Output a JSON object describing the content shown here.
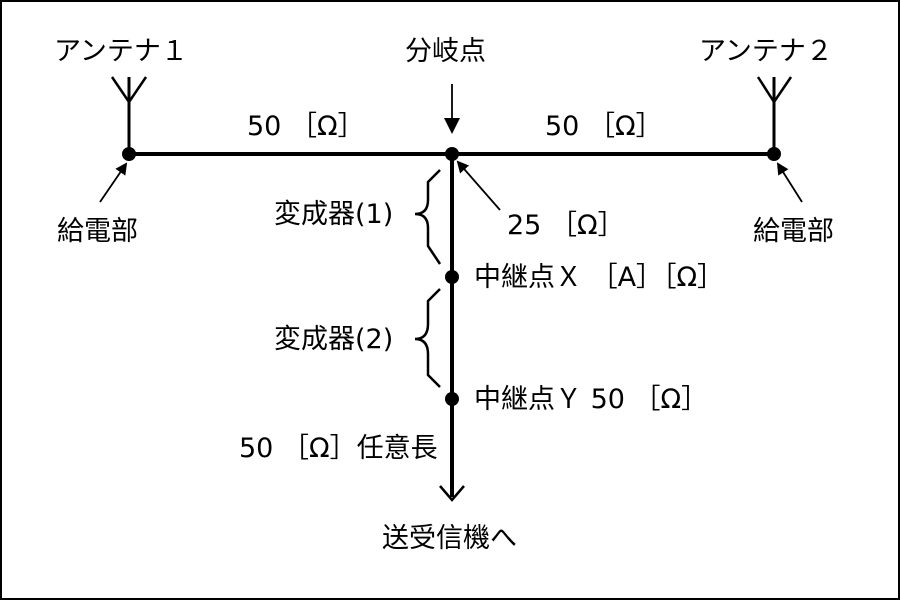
{
  "antenna1": {
    "label": "アンテナ１",
    "feed_label": "給電部"
  },
  "antenna2": {
    "label": "アンテナ２",
    "feed_label": "給電部"
  },
  "branch": {
    "label": "分岐点",
    "impedance": "25 ［Ω］"
  },
  "lines": {
    "left_impedance": "50 ［Ω］",
    "right_impedance": "50 ［Ω］",
    "down_line": "50 ［Ω］任意長",
    "destination": "送受信機へ"
  },
  "transformers": [
    {
      "label": "変成器(1)"
    },
    {
      "label": "変成器(2)"
    }
  ],
  "relay_points": [
    {
      "label": "中継点Ｘ ［A］［Ω］"
    },
    {
      "label": "中継点Ｙ 50 ［Ω］"
    }
  ]
}
